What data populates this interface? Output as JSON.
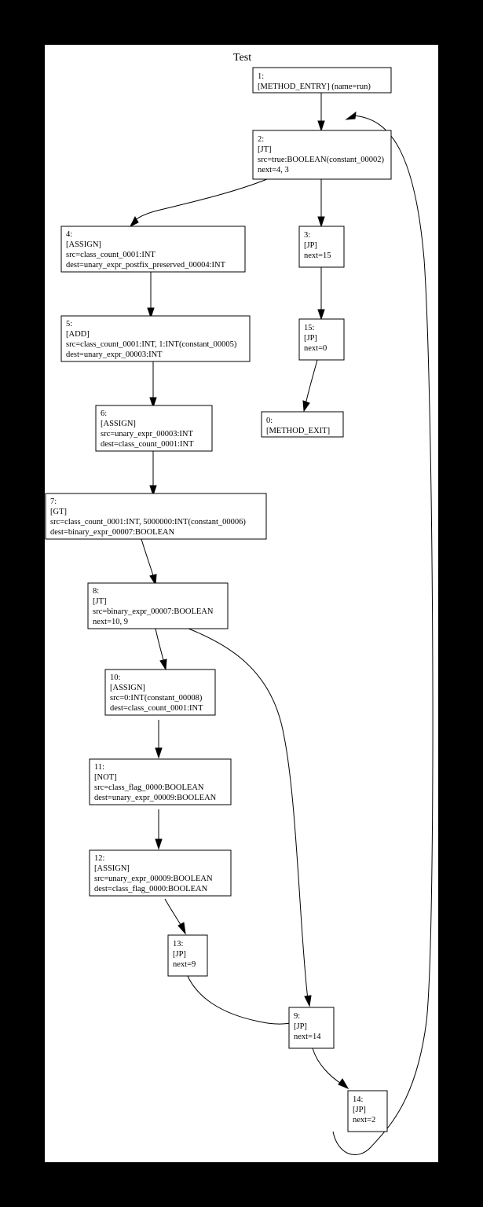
{
  "graph": {
    "title": "Test",
    "background_color": "#000000",
    "canvas_color": "#ffffff",
    "node_fill": "#ffffff",
    "node_stroke": "#000000",
    "edge_color": "#000000"
  },
  "chart_data": {
    "type": "diagram",
    "title": "Test",
    "diagram_kind": "control-flow-graph",
    "nodes": [
      {
        "id": "1",
        "lines": [
          "1:",
          "[METHOD_ENTRY] (name=run)"
        ]
      },
      {
        "id": "2",
        "lines": [
          "2:",
          "[JT]",
          "src=true:BOOLEAN(constant_00002)",
          "next=4, 3"
        ]
      },
      {
        "id": "3",
        "lines": [
          "3:",
          "[JP]",
          "next=15"
        ]
      },
      {
        "id": "4",
        "lines": [
          "4:",
          "[ASSIGN]",
          "src=class_count_0001:INT",
          "dest=unary_expr_postfix_preserved_00004:INT"
        ]
      },
      {
        "id": "5",
        "lines": [
          "5:",
          "[ADD]",
          "src=class_count_0001:INT, 1:INT(constant_00005)",
          "dest=unary_expr_00003:INT"
        ]
      },
      {
        "id": "6",
        "lines": [
          "6:",
          "[ASSIGN]",
          "src=unary_expr_00003:INT",
          "dest=class_count_0001:INT"
        ]
      },
      {
        "id": "7",
        "lines": [
          "7:",
          "[GT]",
          "src=class_count_0001:INT, 5000000:INT(constant_00006)",
          "dest=binary_expr_00007:BOOLEAN"
        ]
      },
      {
        "id": "8",
        "lines": [
          "8:",
          "[JT]",
          "src=binary_expr_00007:BOOLEAN",
          "next=10, 9"
        ]
      },
      {
        "id": "9",
        "lines": [
          "9:",
          "[JP]",
          "next=14"
        ]
      },
      {
        "id": "10",
        "lines": [
          "10:",
          "[ASSIGN]",
          "src=0:INT(constant_00008)",
          "dest=class_count_0001:INT"
        ]
      },
      {
        "id": "11",
        "lines": [
          "11:",
          "[NOT]",
          "src=class_flag_0000:BOOLEAN",
          "dest=unary_expr_00009:BOOLEAN"
        ]
      },
      {
        "id": "12",
        "lines": [
          "12:",
          "[ASSIGN]",
          "src=unary_expr_00009:BOOLEAN",
          "dest=class_flag_0000:BOOLEAN"
        ]
      },
      {
        "id": "13",
        "lines": [
          "13:",
          "[JP]",
          "next=9"
        ]
      },
      {
        "id": "14",
        "lines": [
          "14:",
          "[JP]",
          "next=2"
        ]
      },
      {
        "id": "15",
        "lines": [
          "15:",
          "[JP]",
          "next=0"
        ]
      },
      {
        "id": "0",
        "lines": [
          "0:",
          "[METHOD_EXIT]"
        ]
      }
    ],
    "edges": [
      {
        "from": "1",
        "to": "2"
      },
      {
        "from": "2",
        "to": "4"
      },
      {
        "from": "2",
        "to": "3"
      },
      {
        "from": "3",
        "to": "15"
      },
      {
        "from": "15",
        "to": "0"
      },
      {
        "from": "4",
        "to": "5"
      },
      {
        "from": "5",
        "to": "6"
      },
      {
        "from": "6",
        "to": "7"
      },
      {
        "from": "7",
        "to": "8"
      },
      {
        "from": "8",
        "to": "10"
      },
      {
        "from": "8",
        "to": "9"
      },
      {
        "from": "10",
        "to": "11"
      },
      {
        "from": "11",
        "to": "12"
      },
      {
        "from": "12",
        "to": "13"
      },
      {
        "from": "13",
        "to": "9"
      },
      {
        "from": "9",
        "to": "14"
      },
      {
        "from": "14",
        "to": "2"
      }
    ]
  }
}
